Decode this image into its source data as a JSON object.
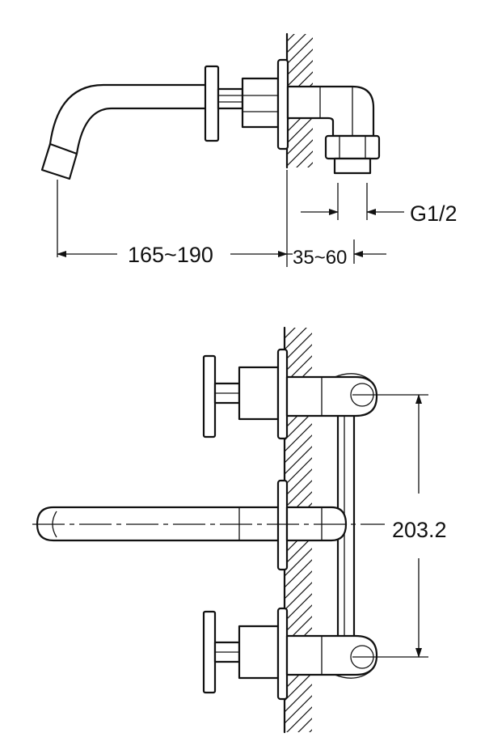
{
  "top_view": {
    "dim_spout_length": "165~190",
    "dim_wall_depth": "35~60",
    "dim_thread": "G1/2"
  },
  "front_view": {
    "dim_handle_spacing": "203.2"
  }
}
